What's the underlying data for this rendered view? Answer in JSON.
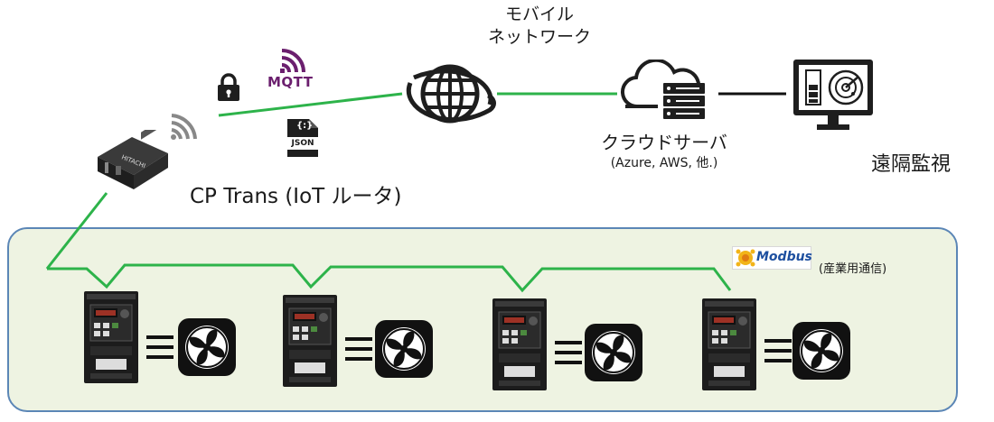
{
  "labels": {
    "mobile_network_line1": "モバイル",
    "mobile_network_line2": "ネットワーク",
    "cloud_server": "クラウドサーバ",
    "cloud_server_examples": "(Azure, AWS, 他.)",
    "remote_monitoring": "遠隔監視",
    "router": "CP Trans (IoT ルータ)",
    "mqtt": "MQTT",
    "json": "JSON",
    "json_braces": "{:}",
    "modbus": "Modbus",
    "modbus_sub": "(産業用通信)",
    "router_brand": "HITACHI"
  },
  "colors": {
    "link_green": "#2db34a",
    "field_bg": "#eef3e2",
    "field_border": "#5b86b6",
    "mqtt_purple": "#6b1f6e",
    "icon_dark": "#1e1e1e"
  },
  "icons": [
    "lock-icon",
    "mqtt-icon",
    "json-file-icon",
    "globe-icon",
    "cloud-server-icon",
    "monitor-radar-icon",
    "wifi-icon",
    "router-device",
    "inverter-device",
    "fan-icon",
    "modbus-logo"
  ],
  "devices": [
    {
      "name": "inverter-1"
    },
    {
      "name": "inverter-2"
    },
    {
      "name": "inverter-3"
    },
    {
      "name": "inverter-4"
    }
  ]
}
